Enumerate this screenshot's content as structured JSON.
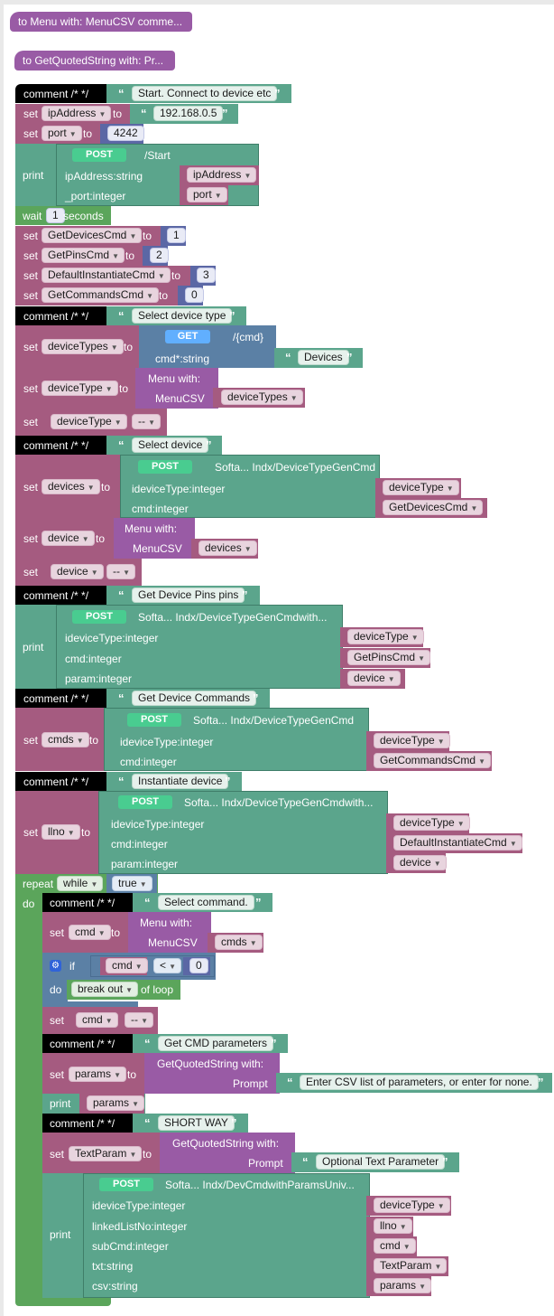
{
  "procedures": {
    "menu_hat": "to Menu with: MenuCSV comme...",
    "getquoted_hat": "to GetQuotedString with: Pr..."
  },
  "kw": {
    "comment": "comment /* */",
    "set": "set",
    "to": "to",
    "print": "print",
    "wait": "wait",
    "seconds": "seconds",
    "repeat": "repeat",
    "while": "while",
    "do": "do",
    "if": "if",
    "break_out": "break out",
    "of_loop": "of loop",
    "menu_with": "Menu with:",
    "menucsv": "MenuCSV",
    "getquoted_with": "GetQuotedString with:",
    "prompt": "Prompt",
    "post": "POST",
    "get": "GET",
    "true": "true",
    "lt": "<",
    "dash": "--"
  },
  "comments": {
    "start": "Start. Connect to device etc",
    "select_type": "Select device type",
    "select_device": "Select device",
    "pins": "Get Device Pins pins",
    "commands": "Get Device Commands",
    "instantiate": "Instantiate device",
    "select_cmd": "Select command.",
    "cmd_params": "Get CMD parameters",
    "short_way": "SHORT WAY"
  },
  "vars": {
    "ipAddress": "ipAddress",
    "port": "port",
    "GetDevicesCmd": "GetDevicesCmd",
    "GetPinsCmd": "GetPinsCmd",
    "DefaultInstantiateCmd": "DefaultInstantiateCmd",
    "GetCommandsCmd": "GetCommandsCmd",
    "deviceTypes": "deviceTypes",
    "deviceType": "deviceType",
    "devices": "devices",
    "device": "device",
    "cmds": "cmds",
    "llno": "llno",
    "cmd": "cmd",
    "params": "params",
    "TextParam": "TextParam"
  },
  "values": {
    "ip": "192.168.0.5",
    "port": "4242",
    "wait": "1",
    "getdevices": "1",
    "getpins": "2",
    "definst": "3",
    "getcmds": "0",
    "zero": "0",
    "devices_str": "Devices",
    "enter_csv": "Enter CSV list of parameters, or enter for none.",
    "optional": "Optional Text Parameter"
  },
  "api": {
    "start_path": "/Start",
    "ip_param": "ipAddress:string",
    "port_param": "_port:integer",
    "cmd_path": "/{cmd}",
    "cmd_string": "cmd*:string",
    "softa_gencmd": "Softa... Indx/DeviceTypeGenCmd",
    "softa_gencmd_with": "Softa... Indx/DeviceTypeGenCmdwith...",
    "softa_univ": "Softa... Indx/DevCmdwithParamsUniv...",
    "idevicetype": "ideviceType:integer",
    "cmd_integer": "cmd:integer",
    "param_integer": "param:integer",
    "linkedlistno": "linkedListNo:integer",
    "subcmd": "subCmd:integer",
    "txt_string": "txt:string",
    "csv_string": "csv:string"
  },
  "colors": {
    "variables": "#a55b80",
    "text": "#5ba58c",
    "math": "#5b67a5",
    "loops": "#5ba55b",
    "logic": "#5b80a5",
    "procedures": "#995ba5",
    "comment": "#000000",
    "post_badge": "#49cc90",
    "get_badge": "#61affe"
  }
}
